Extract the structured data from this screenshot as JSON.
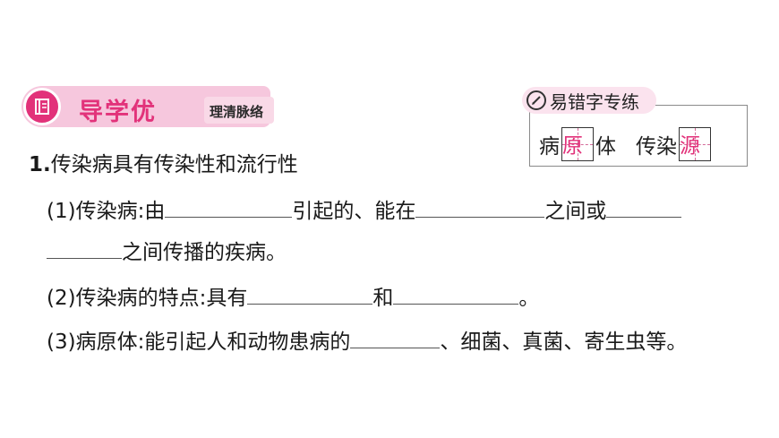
{
  "header": {
    "title": "导学优",
    "subtitle": "理清脉络",
    "icon": "book-icon",
    "accent_color": "#e2327a"
  },
  "side_box": {
    "title": "易错字专练",
    "icon": "pencil-icon",
    "chars": [
      "病",
      "原",
      "体",
      "传",
      "染",
      "源"
    ]
  },
  "question": {
    "number": "1.",
    "text": "传染病具有传染性和流行性",
    "items": [
      {
        "label": "(1)",
        "parts": [
          "传染病:由",
          "引起的、能在",
          "之间或",
          "之间传播的疾病。"
        ]
      },
      {
        "label": "(2)",
        "parts": [
          "传染病的特点:具有",
          "和",
          "。"
        ]
      },
      {
        "label": "(3)",
        "parts": [
          "病原体:能引起人和动物患病的",
          "、细菌、真菌、寄生虫等。"
        ]
      }
    ]
  }
}
